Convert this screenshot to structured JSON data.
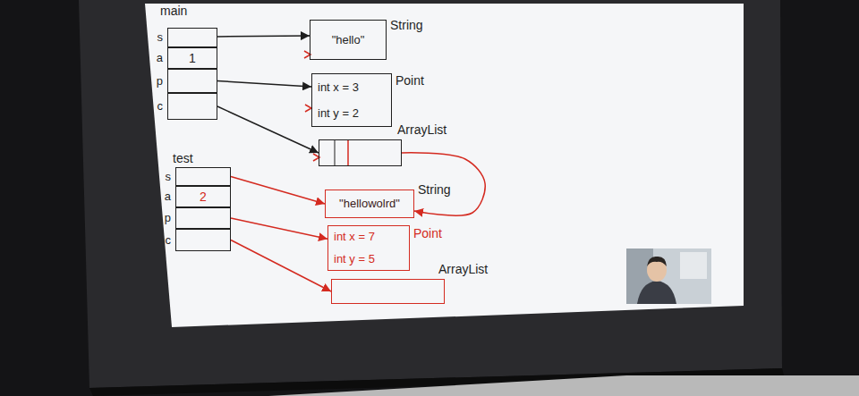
{
  "diagram": {
    "nodes": [
      {
        "text": [
          "s"
        ]
      },
      {
        "text": [
          "a",
          "1"
        ]
      },
      {
        "text": [
          "p"
        ]
      },
      {
        "text": [
          "c"
        ]
      },
      {
        "text": [
          "\"hello\"",
          "String"
        ]
      },
      {
        "text": [
          "int x = 3",
          "int y = 2",
          "Point"
        ]
      },
      {
        "text": [
          "ArrayList"
        ]
      },
      {
        "text": [
          "s"
        ]
      },
      {
        "text": [
          "a",
          "2"
        ]
      },
      {
        "text": [
          "p"
        ]
      },
      {
        "text": [
          "c"
        ]
      },
      {
        "text": [
          "\"hellowolrd\"",
          "String"
        ]
      },
      {
        "text": [
          "int x = 7",
          "int y = 5",
          "Point"
        ]
      },
      {
        "text": [
          "ArrayList"
        ]
      }
    ],
    "edges": [
      {
        "from": 0,
        "to": 4,
        "arrow": "to"
      },
      {
        "from": 2,
        "to": 5,
        "arrow": "to"
      },
      {
        "from": 3,
        "to": 6,
        "arrow": "to"
      },
      {
        "from": 7,
        "to": 11,
        "arrow": "to"
      },
      {
        "from": 9,
        "to": 12,
        "arrow": "to"
      },
      {
        "from": 10,
        "to": 13,
        "arrow": "to"
      },
      {
        "from": 6,
        "to": 11,
        "arrow": "to"
      }
    ],
    "labels": [
      "main",
      "test"
    ]
  }
}
